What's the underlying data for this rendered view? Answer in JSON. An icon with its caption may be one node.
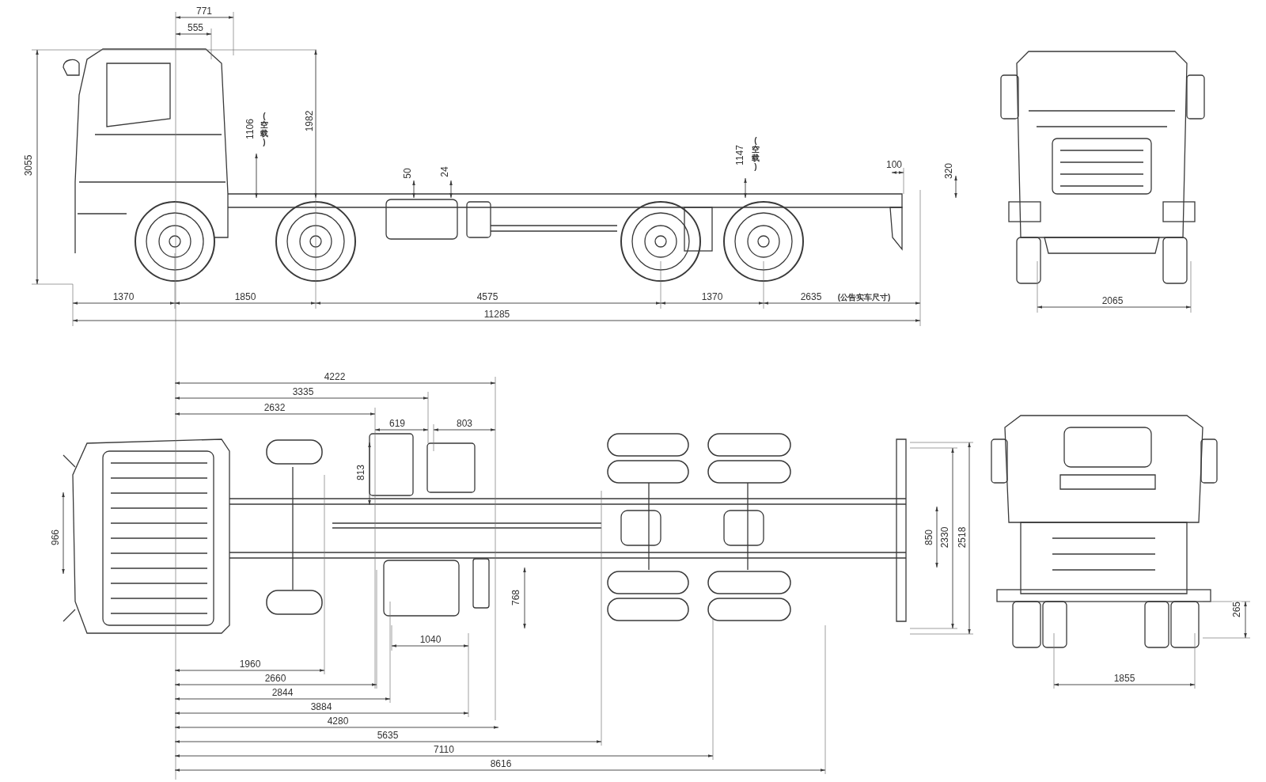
{
  "diagram": {
    "labels": [
      "771",
      "555",
      "3055",
      "1106",
      "(空载)",
      "1982",
      "1147",
      "(空载)",
      "50",
      "24",
      "100",
      "320",
      "1370",
      "1850",
      "4575",
      "1370",
      "2635",
      "(公告实车尺寸)",
      "11285",
      "2065",
      "4222",
      "3335",
      "2632",
      "619",
      "803",
      "813",
      "966",
      "850",
      "2330",
      "2518",
      "768",
      "1040",
      "265",
      "1960",
      "2660",
      "2844",
      "3884",
      "4280",
      "5635",
      "7110",
      "8616",
      "1855"
    ]
  }
}
